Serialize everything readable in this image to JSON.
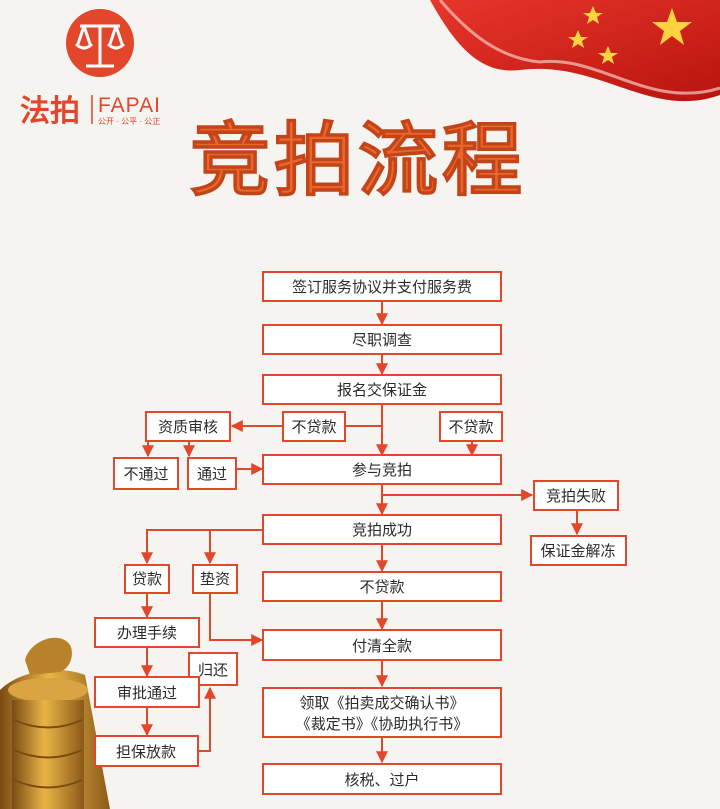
{
  "logo": {
    "name_cn": "法拍",
    "name_en": "FAPAI",
    "tagline": "公开 · 公平 · 公正"
  },
  "title": "竞拍流程",
  "colors": {
    "accent": "#e2462b",
    "title_orange": "#e9672a",
    "flag_red": "#d6221c",
    "star": "#ffd23f"
  },
  "nodes": {
    "sign": "签订服务协议并支付服务费",
    "due_diligence": "尽职调查",
    "register": "报名交保证金",
    "qualification": "资质审核",
    "no_loan_left": "不贷款",
    "no_loan_right": "不贷款",
    "not_passed": "不通过",
    "passed": "通过",
    "participate": "参与竞拍",
    "bid_fail": "竞拍失败",
    "deposit_unfreeze": "保证金解冻",
    "bid_success": "竞拍成功",
    "loan": "贷款",
    "advance": "垫资",
    "no_loan_center": "不贷款",
    "procedures": "办理手续",
    "return": "归还",
    "pay_full": "付清全款",
    "approval": "审批通过",
    "guarantee_loan": "担保放款",
    "receive_docs_1": "领取《拍卖成交确认书》",
    "receive_docs_2": "《裁定书》《协助执行书》",
    "tax_transfer": "核税、过户"
  }
}
